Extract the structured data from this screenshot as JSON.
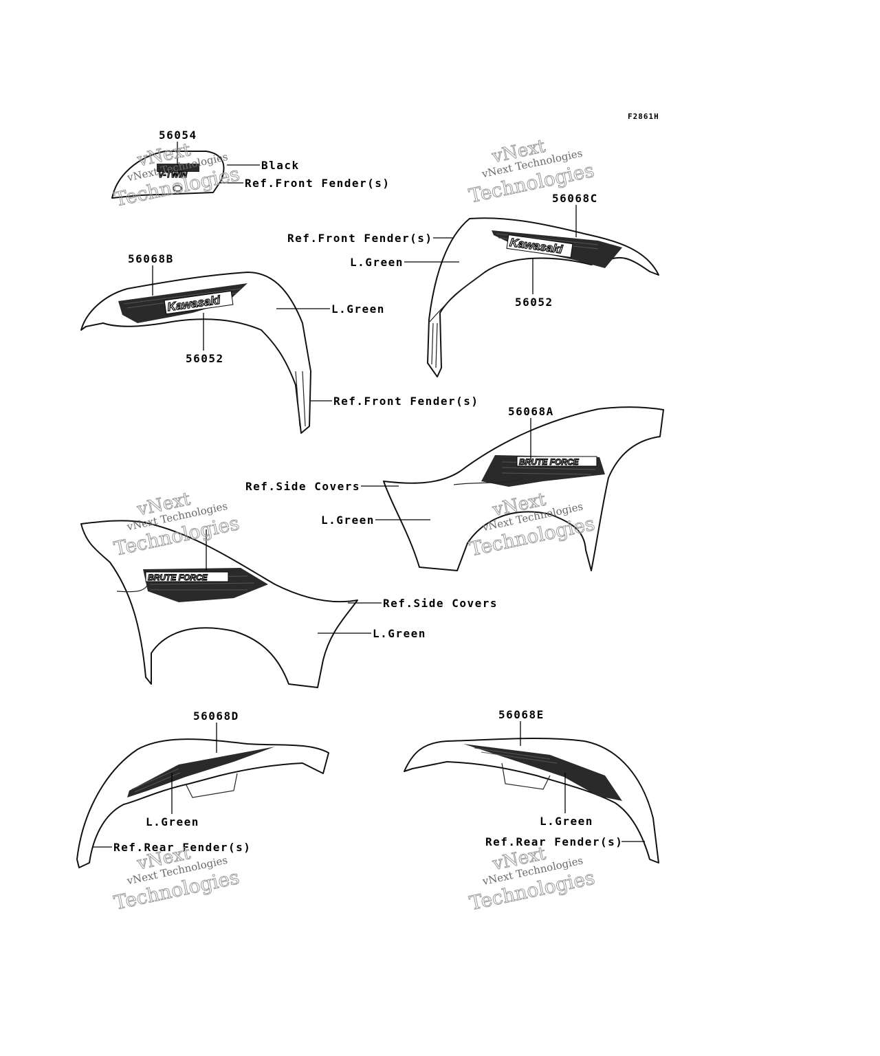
{
  "figure_code": "F2861H",
  "labels": {
    "p56054": "56054",
    "black": "Black",
    "ref_front_fender_1": "Ref.Front Fender(s)",
    "p56068c": "56068C",
    "ref_front_fender_2": "Ref.Front Fender(s)",
    "lgreen_1": "L.Green",
    "p56052_right": "56052",
    "p56068b": "56068B",
    "lgreen_2": "L.Green",
    "p56052_left": "56052",
    "ref_front_fender_3": "Ref.Front Fender(s)",
    "p56068a": "56068A",
    "ref_side_covers_1": "Ref.Side Covers",
    "lgreen_3": "L.Green",
    "ref_side_covers_2": "Ref.Side Covers",
    "lgreen_4": "L.Green",
    "p56068d": "56068D",
    "lgreen_5": "L.Green",
    "ref_rear_fender_1": "Ref.Rear Fender(s)",
    "p56068e": "56068E",
    "lgreen_6": "L.Green",
    "ref_rear_fender_2": "Ref.Rear Fender(s)"
  },
  "decal_text": {
    "kawasaki": "Kawasaki",
    "brute_force": "BRUTE FORCE",
    "vtwin": "V-TWIN"
  },
  "watermark": {
    "line1": "vNext",
    "line2": "vNext Technologies",
    "line3": "Technologies"
  }
}
